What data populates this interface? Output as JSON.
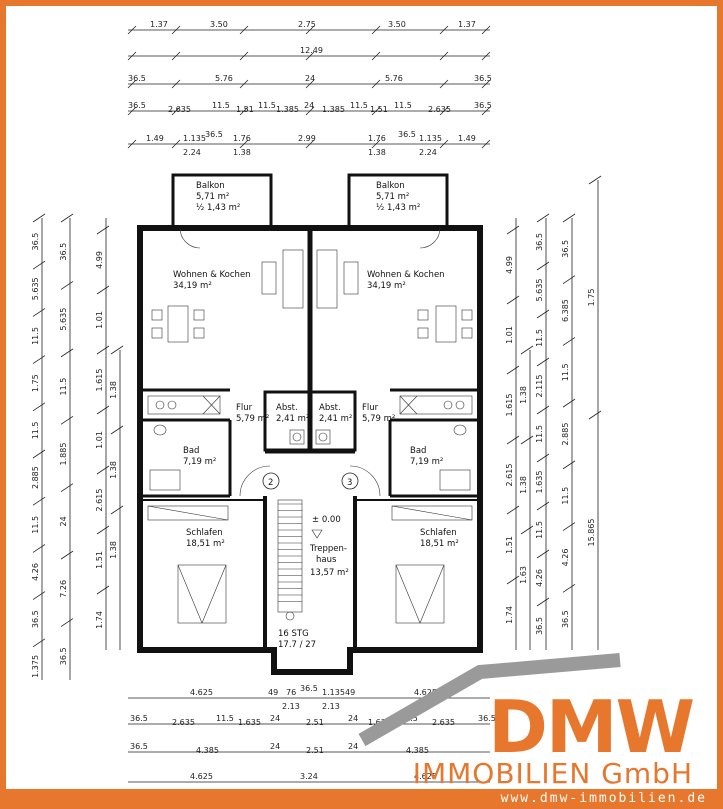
{
  "top_dimensions": {
    "row1": [
      "1.37",
      "3.50",
      "2.75",
      "3.50",
      "1.37"
    ],
    "row2": [
      "12.49"
    ],
    "row3": [
      "36.5",
      "5.76",
      "24",
      "5.76",
      "36.5"
    ],
    "row4": [
      "36.5",
      "2.635",
      "11.5",
      "1.51",
      "11.5",
      "1.385",
      "24",
      "1.385",
      "11.5",
      "1.51",
      "11.5",
      "2.635",
      "36.5"
    ],
    "row5a": [
      "1.49",
      "1.135",
      "36.5",
      "1.76",
      "2.99",
      "1.76",
      "36.5",
      "1.135",
      "1.49"
    ],
    "row5b": [
      "2.24",
      "1.38",
      "1.38",
      "2.24"
    ]
  },
  "rooms": {
    "balkon_label": "Balkon",
    "balkon_area": "5,71 m²",
    "balkon_half": "½ 1,43 m²",
    "wohnen_label": "Wohnen & Kochen",
    "wohnen_area": "34,19 m²",
    "flur_label": "Flur",
    "flur_area": "5,79 m²",
    "abst_label": "Abst.",
    "abst_area": "2,41 m²",
    "bad_label": "Bad",
    "bad_area": "7,19 m²",
    "schlafen_label": "Schlafen",
    "schlafen_area": "18,51 m²",
    "treppenhaus_label1": "Treppen-",
    "treppenhaus_label2": "haus",
    "treppenhaus_area": "13,57 m²",
    "level": "± 0.00",
    "stairs1": "16 STG",
    "stairs2": "17.7 / 27",
    "unit_left": "2",
    "unit_right": "3"
  },
  "left_dimensions": {
    "col1": [
      "36.5",
      "5.635",
      "11.5",
      "1.75",
      "11.5",
      "2.885",
      "11.5",
      "4.26",
      "36.5",
      "1.375"
    ],
    "col2": [
      "36.5",
      "5.635",
      "11.5",
      "1.885",
      "24",
      "7.26",
      "36.5"
    ],
    "col3": [
      "4.99",
      "1.01",
      "1.615",
      "1.01",
      "2.615",
      "1.51",
      "1.74"
    ],
    "col4": [
      "1.38",
      "1.38",
      "1.38"
    ]
  },
  "right_dimensions": {
    "col1": [
      "4.99",
      "1.01",
      "1.615",
      "2.615",
      "1.51",
      "1.74"
    ],
    "col2": [
      "1.38",
      "1.38",
      "1.63"
    ],
    "col3": [
      "36.5",
      "5.635",
      "11.5",
      "2.115",
      "11.5",
      "1.635",
      "11.5",
      "4.26",
      "36.5"
    ],
    "col4": [
      "36.5",
      "6.385",
      "11.5",
      "2.885",
      "11.5",
      "4.26",
      "36.5"
    ],
    "col5": [
      "1.75",
      "15.865"
    ]
  },
  "bottom_dimensions": {
    "row1": [
      "4.625",
      "49",
      "76",
      "36.5",
      "1.135",
      "49",
      "4.625"
    ],
    "row1b": [
      "2.13",
      "2.13"
    ],
    "row2": [
      "36.5",
      "2.635",
      "11.5",
      "1.635",
      "24",
      "2.51",
      "24",
      "1.635",
      "11.5",
      "2.635",
      "36.5"
    ],
    "row3": [
      "36.5",
      "4.385",
      "24",
      "2.51",
      "24",
      "4.385"
    ],
    "row4": [
      "4.625",
      "3.24",
      "4.625"
    ]
  },
  "logo": {
    "word": "DMW",
    "sub": "IMMOBILIEN GmbH",
    "url": "www.dmw-immobilien.de"
  },
  "colors": {
    "brand": "#e8772e",
    "logo_gray": "#9a9a9a"
  }
}
